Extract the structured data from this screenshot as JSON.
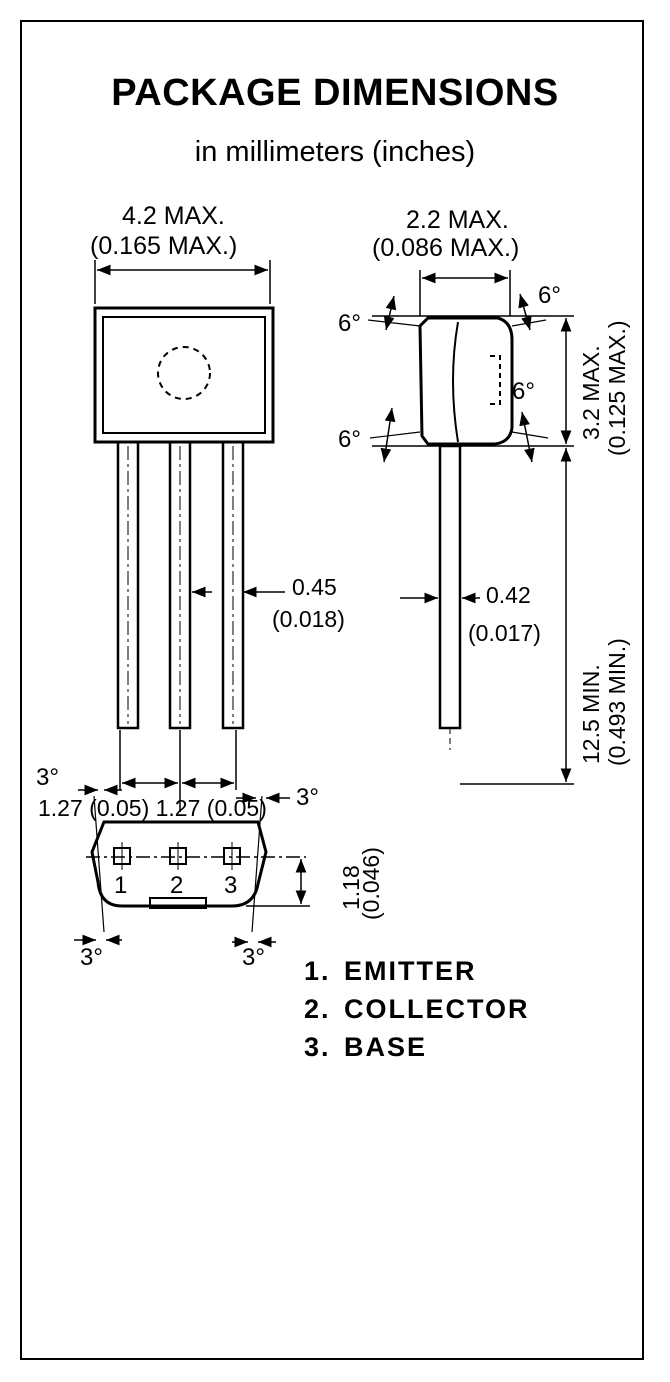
{
  "title": "PACKAGE DIMENSIONS",
  "subtitle": "in millimeters (inches)",
  "dimensions": {
    "width_mm": "4.2 MAX.",
    "width_in": "(0.165 MAX.)",
    "depth_mm": "2.2 MAX.",
    "depth_in": "(0.086 MAX.)",
    "height_mm": "3.2 MAX.",
    "height_in": "(0.125 MAX.)",
    "lead_front_mm": "0.45",
    "lead_front_in": "(0.018)",
    "lead_side_mm": "0.42",
    "lead_side_in": "(0.017)",
    "lead_length_mm": "12.5 MIN.",
    "lead_length_in": "(0.493 MIN.)",
    "pitch_label": "1.27 (0.05) 1.27 (0.05)",
    "bottom_height_mm": "1.18",
    "bottom_height_in": "(0.046)"
  },
  "angles": {
    "side_upper_left": "6°",
    "side_upper_right": "6°",
    "side_lower_left": "6°",
    "side_lower_right": "6°",
    "bottom_top_left": "3°",
    "bottom_top_right": "3°",
    "bottom_low_left": "3°",
    "bottom_low_right": "3°"
  },
  "pins": {
    "p1": "1",
    "p2": "2",
    "p3": "3"
  },
  "legend": [
    {
      "number": "1.",
      "name": "EMITTER"
    },
    {
      "number": "2.",
      "name": "COLLECTOR"
    },
    {
      "number": "3.",
      "name": "BASE"
    }
  ]
}
